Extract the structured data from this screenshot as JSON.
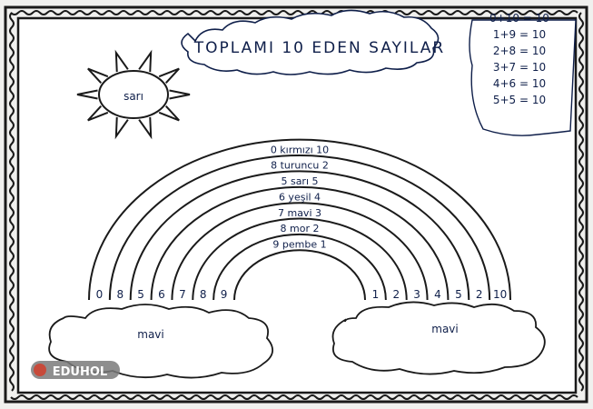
{
  "title": "TOPLAMI 10 EDEN SAYILAR",
  "equations": [
    "0+10 = 10",
    "1+9 = 10",
    "2+8 = 10",
    "3+7 = 10",
    "4+6 = 10",
    "5+5 = 10"
  ],
  "sun_label": "sarı",
  "rainbow_bands": [
    {
      "left": "0",
      "color": "kırmızı",
      "right": "10"
    },
    {
      "left": "8",
      "color": "turuncu",
      "right": "2"
    },
    {
      "left": "5",
      "color": "sarı",
      "right": "5"
    },
    {
      "left": "6",
      "color": "yeşil",
      "right": "4"
    },
    {
      "left": "7",
      "color": "mavi",
      "right": "3"
    },
    {
      "left": "8",
      "color": "mor",
      "right": "2"
    },
    {
      "left": "9",
      "color": "pembe",
      "right": "1"
    }
  ],
  "left_leg_numbers": [
    "0",
    "8",
    "5",
    "6",
    "7",
    "8",
    "9"
  ],
  "right_leg_numbers": [
    "1",
    "2",
    "3",
    "4",
    "5",
    "2",
    "10"
  ],
  "cloud_left_label": "mavi",
  "cloud_right_label": "mavi",
  "watermark": "EDUHOL",
  "colors": {
    "ink": "#0f1f4a",
    "paper": "#ffffff",
    "border": "#1a1a1a"
  }
}
